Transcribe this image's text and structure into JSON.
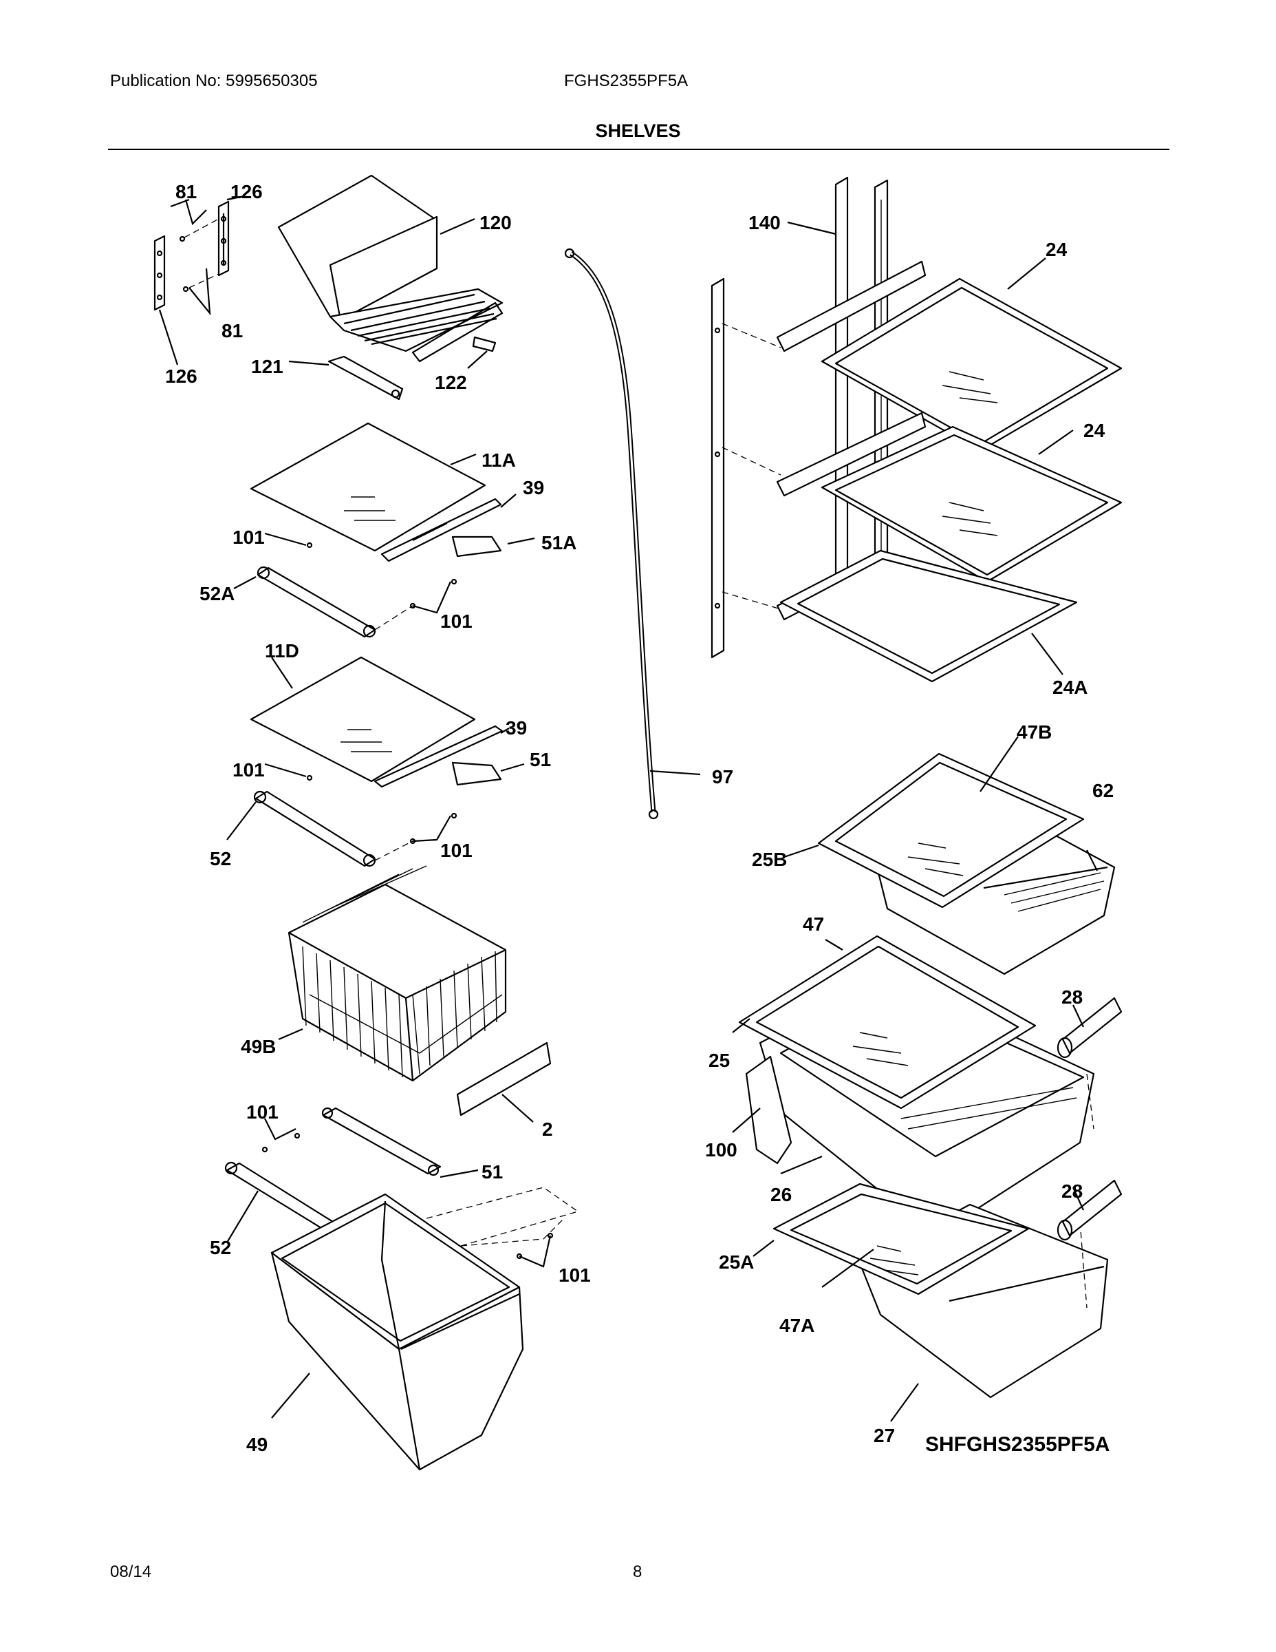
{
  "header": {
    "publication": "Publication No: 5995650305",
    "model": "FGHS2355PF5A",
    "section_title": "SHELVES"
  },
  "footer": {
    "date": "08/14",
    "page_number": "8"
  },
  "diagram": {
    "code": "SHFGHS2355PF5A",
    "callouts": {
      "c81a": "81",
      "c126a": "126",
      "c120": "120",
      "c81b": "81",
      "c126b": "126",
      "c121": "121",
      "c122": "122",
      "c140": "140",
      "c24a": "24",
      "c24b": "24",
      "c24A": "24A",
      "c11A": "11A",
      "c39a": "39",
      "c101a": "101",
      "c51A": "51A",
      "c52A": "52A",
      "c101b": "101",
      "c11D": "11D",
      "c39b": "39",
      "c51a": "51",
      "c101c": "101",
      "c52a": "52",
      "c101d": "101",
      "c97": "97",
      "c47B": "47B",
      "c62": "62",
      "c25B": "25B",
      "c47": "47",
      "c28a": "28",
      "c25": "25",
      "c49B": "49B",
      "c2": "2",
      "c100": "100",
      "c101e": "101",
      "c51b": "51",
      "c26": "26",
      "c28b": "28",
      "c52b": "52",
      "c101f": "101",
      "c25A": "25A",
      "c47A": "47A",
      "c49": "49",
      "c27": "27"
    }
  }
}
